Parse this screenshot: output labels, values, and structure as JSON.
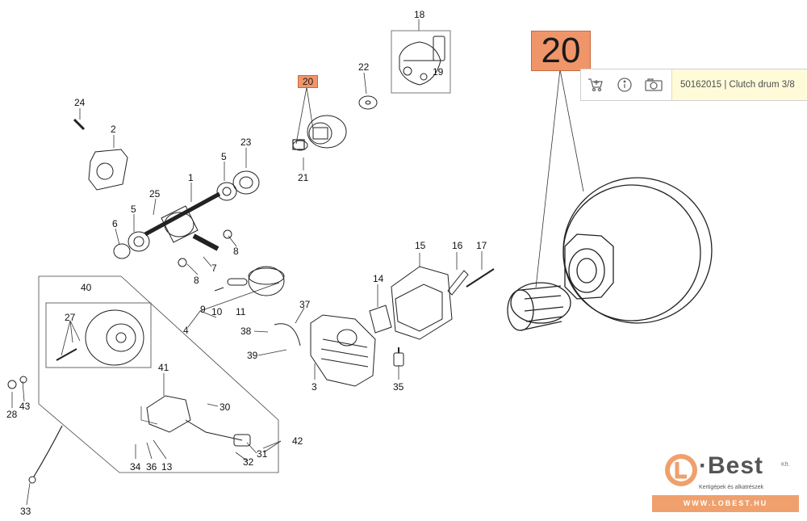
{
  "highlight": {
    "part_number_small": "20",
    "part_number_large": "20",
    "color": "#f0956a"
  },
  "popup": {
    "icons": [
      "cart-icon",
      "info-icon",
      "photo-icon"
    ],
    "text": "50162015 | Clutch drum 3/8"
  },
  "callouts": {
    "c1": "1",
    "c2": "2",
    "c3": "3",
    "c4": "4",
    "c5a": "5",
    "c5b": "5",
    "c6": "6",
    "c7": "7",
    "c8a": "8",
    "c8b": "8",
    "c9": "9",
    "c10": "10",
    "c11": "11",
    "c13": "13",
    "c14": "14",
    "c15": "15",
    "c16": "16",
    "c17": "17",
    "c18": "18",
    "c19": "19",
    "c21": "21",
    "c22": "22",
    "c23": "23",
    "c24": "24",
    "c25": "25",
    "c27": "27",
    "c28": "28",
    "c30": "30",
    "c31": "31",
    "c32": "32",
    "c33": "33",
    "c34": "34",
    "c35": "35",
    "c36": "36",
    "c37": "37",
    "c38": "38",
    "c39": "39",
    "c40": "40",
    "c41": "41",
    "c42": "42",
    "c43": "43"
  },
  "logo": {
    "mark": "L",
    "name": "·Best",
    "kft": "Kft.",
    "tagline": "Kertigépek és alkatrészek",
    "url": "WWW.LOBEST.HU",
    "color": "#f0a06c"
  }
}
